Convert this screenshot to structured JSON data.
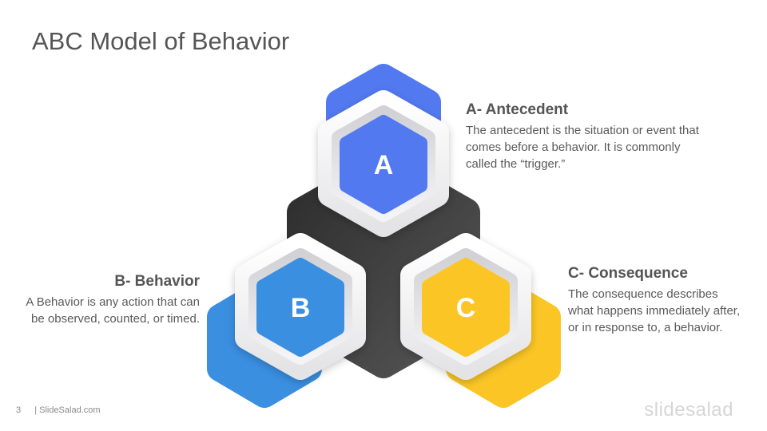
{
  "slide": {
    "title": "ABC Model of Behavior",
    "page_number": "3",
    "footer_text": "| SlideSalad.com",
    "brand": "slidesalad"
  },
  "nodes": {
    "a": {
      "letter": "A",
      "heading": "A- Antecedent",
      "body": "The antecedent is the situation or event that comes before a behavior. It is commonly called the “trigger.”"
    },
    "b": {
      "letter": "B",
      "heading": "B- Behavior",
      "body": "A Behavior is any action that can be observed, counted, or timed."
    },
    "c": {
      "letter": "C",
      "heading": "C- Consequence",
      "body": "The consequence describes what happens immediately after, or in response to, a behavior."
    }
  },
  "colors": {
    "a_blue": "#5279ef",
    "b_blue": "#3a8fe0",
    "c_yellow": "#fbc625",
    "dark_center": "#3a3a3a",
    "text": "#555555"
  }
}
